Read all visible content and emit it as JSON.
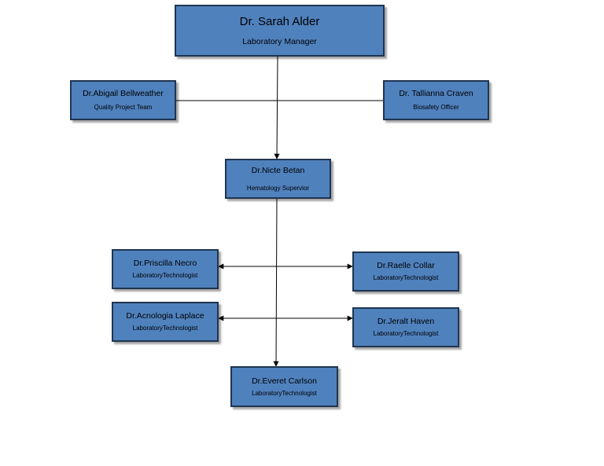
{
  "org_chart": {
    "manager": {
      "name": "Dr. Sarah Alder",
      "role": "Laboratory Manager"
    },
    "staff_left": {
      "name": "Dr.Abigail Bellweather",
      "role": "Quality Project Team"
    },
    "staff_right": {
      "name": "Dr. Tallianna Craven",
      "role": "Biosafety Officer"
    },
    "supervisor": {
      "name": "Dr.Nicte Betan",
      "role": "Hematology Supervior"
    },
    "technologists": [
      {
        "name": "Dr.Priscilla Necro",
        "role": "LaboratoryTechnologist"
      },
      {
        "name": "Dr.Raelle Collar",
        "role": "LaboratoryTechnologist"
      },
      {
        "name": "Dr.Acnologia Laplace",
        "role": "LaboratoryTechnologist"
      },
      {
        "name": "Dr.Jeralt Haven",
        "role": "LaboratoryTechnologist"
      },
      {
        "name": "Dr.Everet Carlson",
        "role": "LaboratoryTechnologist"
      }
    ]
  },
  "colors": {
    "box_fill": "#4f81bd",
    "box_border": "#1f3550",
    "line": "#000000"
  }
}
